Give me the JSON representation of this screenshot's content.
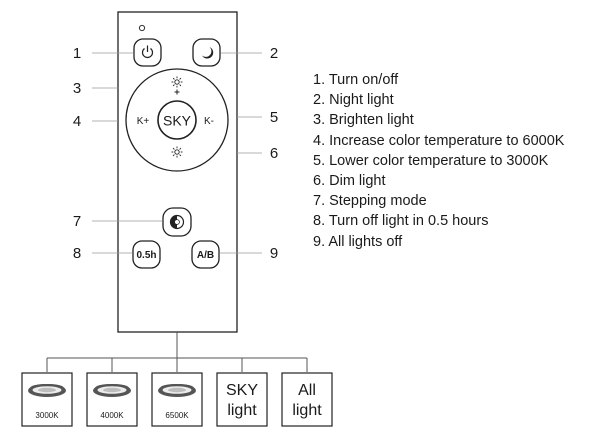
{
  "remote": {
    "center_label": "SKY",
    "left_label": "K+",
    "right_label": "K-",
    "timer_label": "0.5h",
    "ab_label": "A/B"
  },
  "callouts": [
    "1",
    "2",
    "3",
    "4",
    "5",
    "6",
    "7",
    "8",
    "9"
  ],
  "legend": [
    "1. Turn on/off",
    "2. Night light",
    "3. Brighten light",
    "4. Increase color temperature to 6000K",
    "5. Lower color temperature to 3000K",
    "6. Dim light",
    "7. Stepping mode",
    "8. Turn off light in 0.5 hours",
    "9. All lights off"
  ],
  "modes": [
    {
      "label": "3000K"
    },
    {
      "label": "4000K"
    },
    {
      "label": "6500K"
    },
    {
      "line1": "SKY",
      "line2": "light"
    },
    {
      "line1": "All",
      "line2": "light"
    }
  ]
}
